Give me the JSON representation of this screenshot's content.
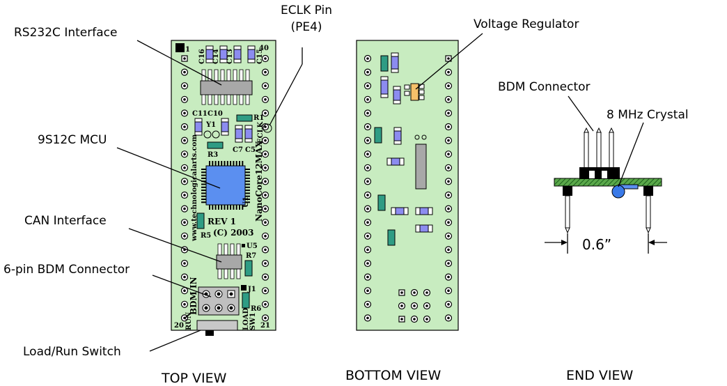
{
  "labels": {
    "rs232": "RS232C Interface",
    "eclk_line1": "ECLK Pin",
    "eclk_line2": "(PE4)",
    "voltage_regulator": "Voltage Regulator",
    "bdm_connector": "BDM Connector",
    "crystal": "8 MHz Crystal",
    "mcu": "9S12C MCU",
    "can": "CAN Interface",
    "bdm6": "6-pin BDM Connector",
    "switch": "Load/Run Switch",
    "spacing": "0.6”"
  },
  "views": {
    "top": "TOP VIEW",
    "bottom": "BOTTOM VIEW",
    "end": "END VIEW"
  },
  "silkscreen": {
    "pin1": "1",
    "pin40": "40",
    "pin20": "20",
    "pin21": "21",
    "c16": "C16",
    "c14": "C14",
    "c13": "C13",
    "c15": "C15",
    "c11": "C11",
    "c10": "C10",
    "r1": "R1",
    "y1": "Y1",
    "eclk": "ECLK",
    "c7": "C7",
    "c5": "C5",
    "r3": "R3",
    "u1": "U1",
    "website": "www.technologicalarts.com",
    "product": "NanoCore12MAX",
    "rev": "REV 1",
    "copyright": "(C) 2003",
    "r5": "R5",
    "u5": "U5",
    "r7": "R7",
    "bdm_in": "BDM IN",
    "j1": "J1",
    "r6": "R6",
    "run": "RUN",
    "load": "LOAD",
    "sw1": "SW1"
  },
  "colors": {
    "board": "#c8ecc0",
    "capacitor": "#8c8cf0",
    "resistor": "#2f9c84",
    "mcu": "#5b8ff0",
    "regulator": "#f5c06a",
    "header_pin": "#000000"
  }
}
